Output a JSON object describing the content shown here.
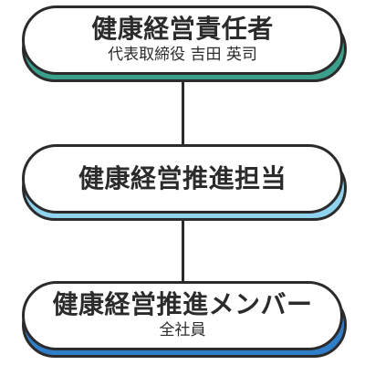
{
  "colors": {
    "outline": "#2b2b2b",
    "node1_accent": "#3aa08b",
    "node2_accent": "#8fd3ef",
    "node3_accent": "#2f7ec9"
  },
  "nodes": [
    {
      "title": "健康経営責任者",
      "subtitle": "代表取締役  吉田 英司"
    },
    {
      "title": "健康経営推進担当",
      "subtitle": ""
    },
    {
      "title": "健康経営推進メンバー",
      "subtitle": "全社員"
    }
  ]
}
